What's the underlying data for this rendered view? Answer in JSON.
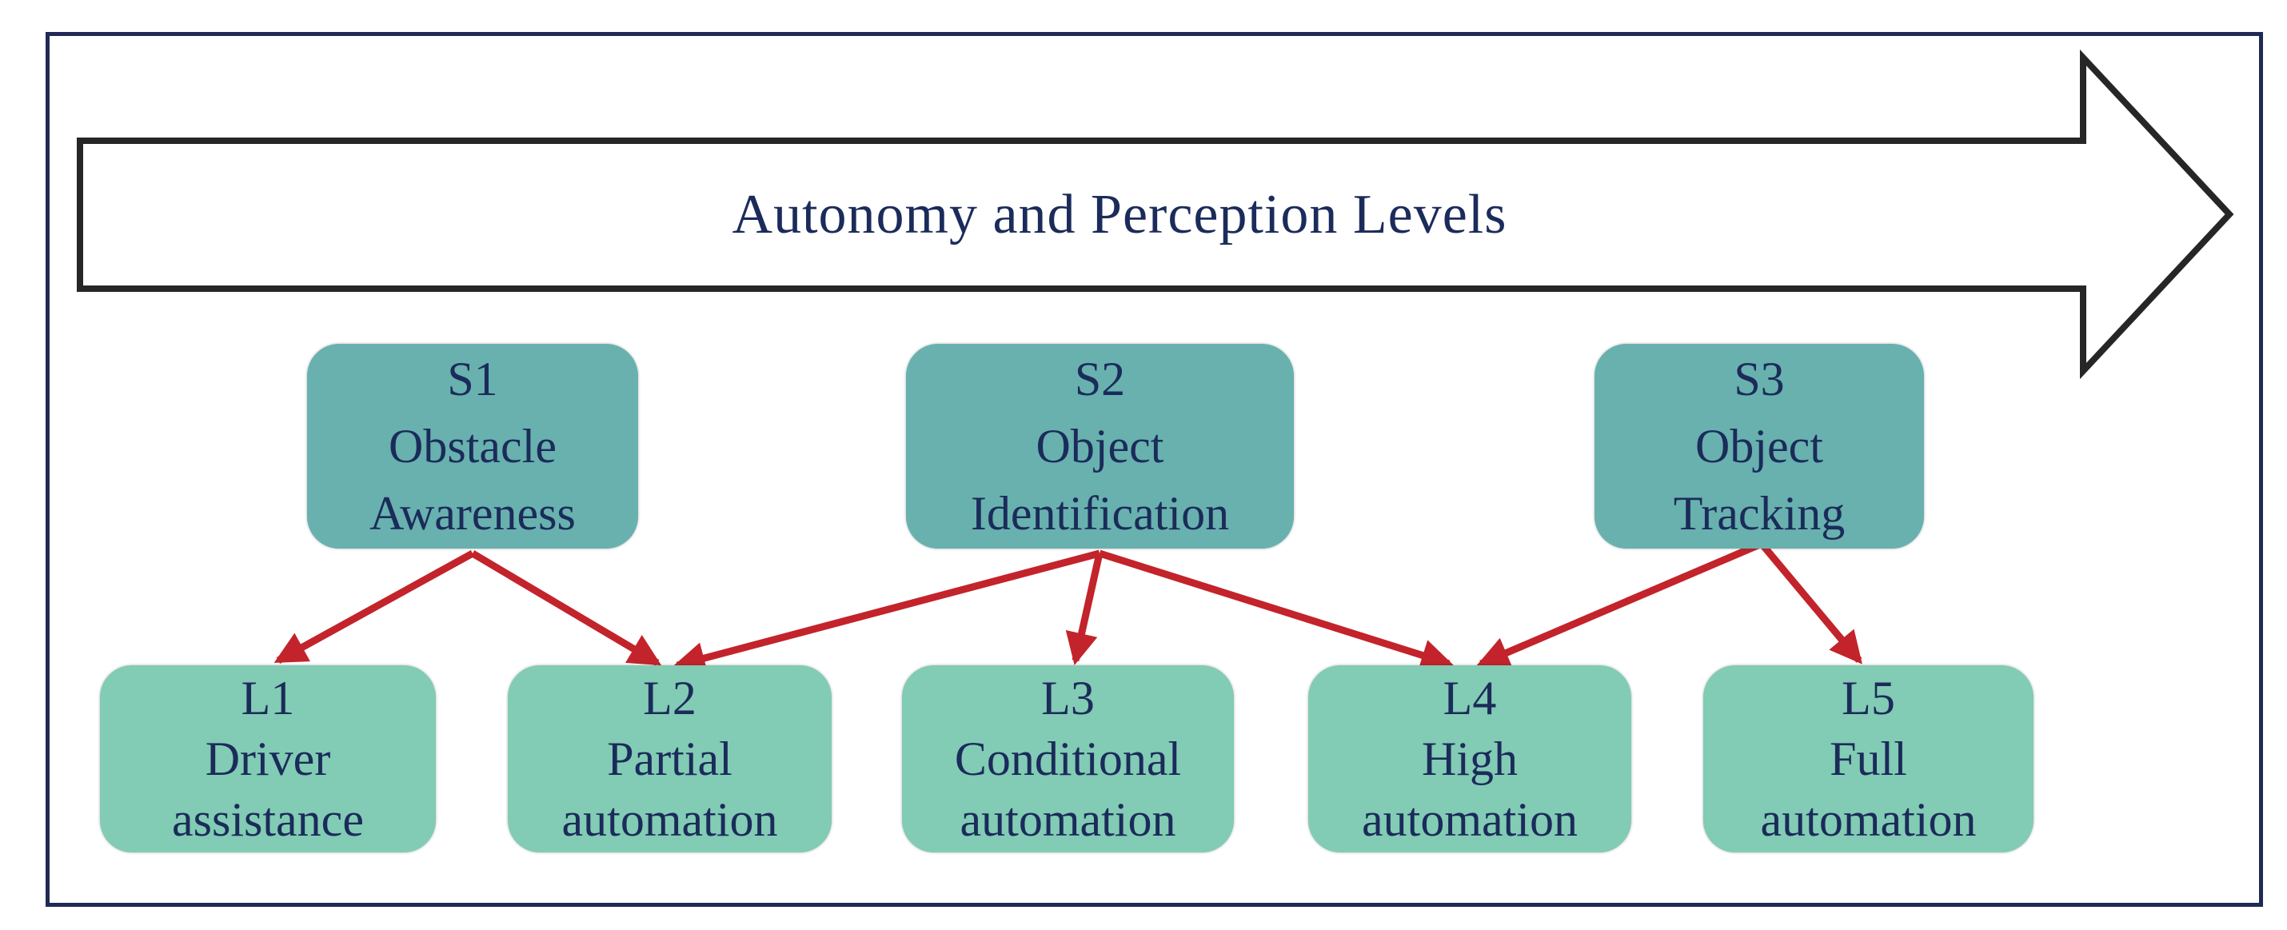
{
  "diagram": {
    "title": "Autonomy and Perception Levels"
  },
  "colors": {
    "background": "#ffffff",
    "frame_navy": "#1f2a55",
    "banner_outline_black": "#262626",
    "banner_fill": "#ffffff",
    "text_navy": "#1b2b5a",
    "sensing_box_fill": "#68b1ae",
    "level_box_fill": "#82cbb4",
    "connector_red": "#c3232b"
  },
  "sensing_boxes": [
    {
      "id": "S1",
      "lines": [
        "S1",
        "Obstacle",
        "Awareness"
      ]
    },
    {
      "id": "S2",
      "lines": [
        "S2",
        "Object",
        "Identification"
      ]
    },
    {
      "id": "S3",
      "lines": [
        "S3",
        "Object",
        "Tracking"
      ]
    }
  ],
  "level_boxes": [
    {
      "id": "L1",
      "lines": [
        "L1",
        "Driver",
        "assistance"
      ]
    },
    {
      "id": "L2",
      "lines": [
        "L2",
        "Partial",
        "automation"
      ]
    },
    {
      "id": "L3",
      "lines": [
        "L3",
        "Conditional",
        "automation"
      ]
    },
    {
      "id": "L4",
      "lines": [
        "L4",
        "High",
        "automation"
      ]
    },
    {
      "id": "L5",
      "lines": [
        "L5",
        "Full",
        "automation"
      ]
    }
  ],
  "connections": [
    {
      "from": "S1",
      "to": "L1"
    },
    {
      "from": "S1",
      "to": "L2"
    },
    {
      "from": "S2",
      "to": "L2"
    },
    {
      "from": "S2",
      "to": "L3"
    },
    {
      "from": "S2",
      "to": "L4"
    },
    {
      "from": "S3",
      "to": "L4"
    },
    {
      "from": "S3",
      "to": "L5"
    }
  ]
}
